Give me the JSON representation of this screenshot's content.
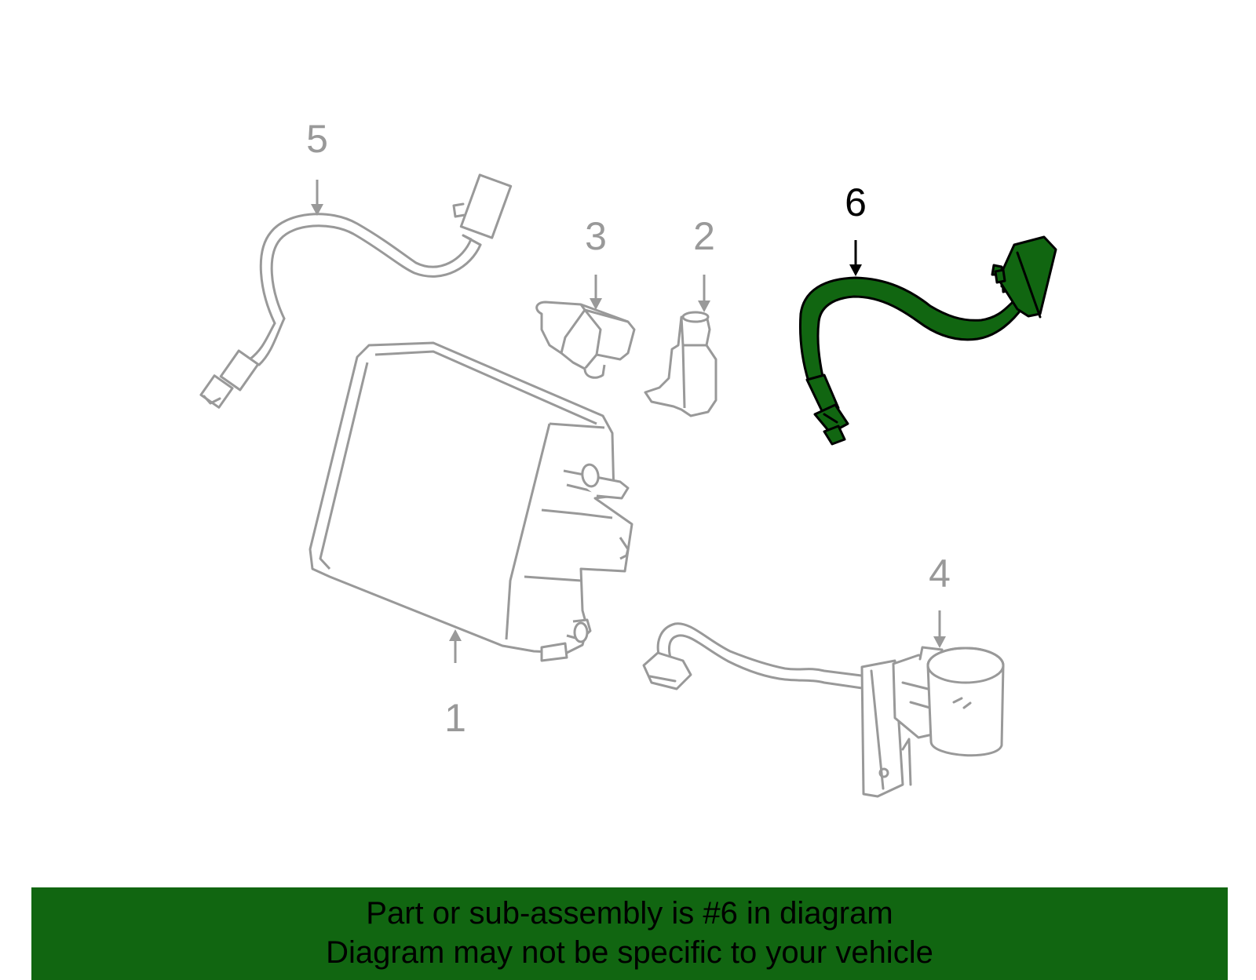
{
  "diagram": {
    "callouts": {
      "part1": "1",
      "part2": "2",
      "part3": "3",
      "part4": "4",
      "part5": "5",
      "part6": "6"
    },
    "highlighted_part": "6"
  },
  "banner": {
    "line1": "Part or sub-assembly is #6 in diagram",
    "line2": "Diagram may not be specific to your vehicle"
  },
  "colors": {
    "part_outline": "#999999",
    "highlight_fill": "#116611",
    "highlight_outline": "#000000",
    "banner_background": "#116611",
    "banner_text": "#000000"
  }
}
